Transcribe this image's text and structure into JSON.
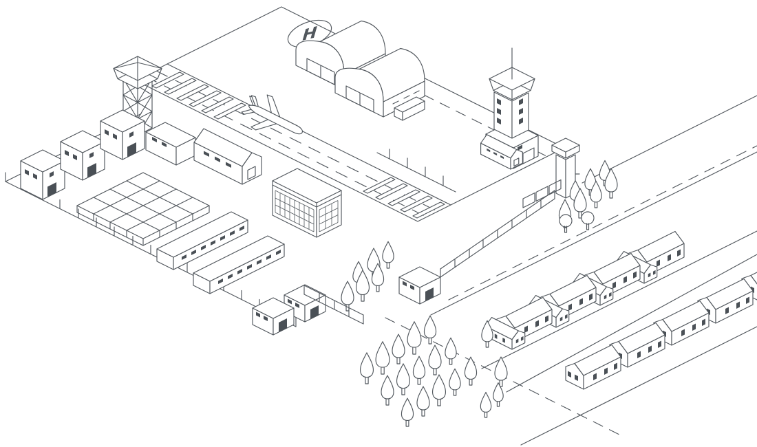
{
  "scene": {
    "background": "#ffffff",
    "line_color": "#51575d",
    "dark_fill": "#4a5056",
    "helipad_label": "H"
  },
  "inventory": {
    "airbase": [
      "lattice mast",
      "3 flat-roof houses",
      "storage building",
      "pitched-roof house",
      "grid platform",
      "glass office building",
      "2 barracks",
      "2 sheds",
      "runway with airplane and threshold stripes",
      "helipad",
      "2 barrel-roof hangars",
      "control tower with antenna",
      "gate house",
      "perimeter fences"
    ],
    "village": [
      "4 L-shaped houses",
      "5 gabled cottages",
      "roads with dashed centerlines",
      "pine tree groups",
      "round trees",
      "chimney column"
    ]
  }
}
